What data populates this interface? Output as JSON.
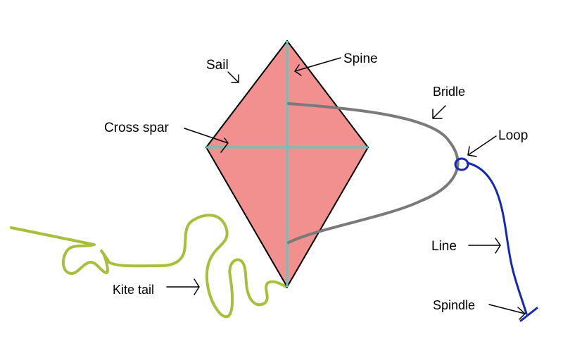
{
  "labels": {
    "sail": "Sail",
    "spine": "Spine",
    "bridle": "Bridle",
    "cross_spar": "Cross spar",
    "loop": "Loop",
    "line": "Line",
    "kite_tail": "Kite tail",
    "spindle": "Spindle"
  },
  "colors": {
    "sail_fill": "#f28f8f",
    "spar": "#5fc8c0",
    "bridle": "#7a7a7a",
    "line": "#1428b4",
    "tail": "#a9be3a",
    "outline": "#000000"
  }
}
